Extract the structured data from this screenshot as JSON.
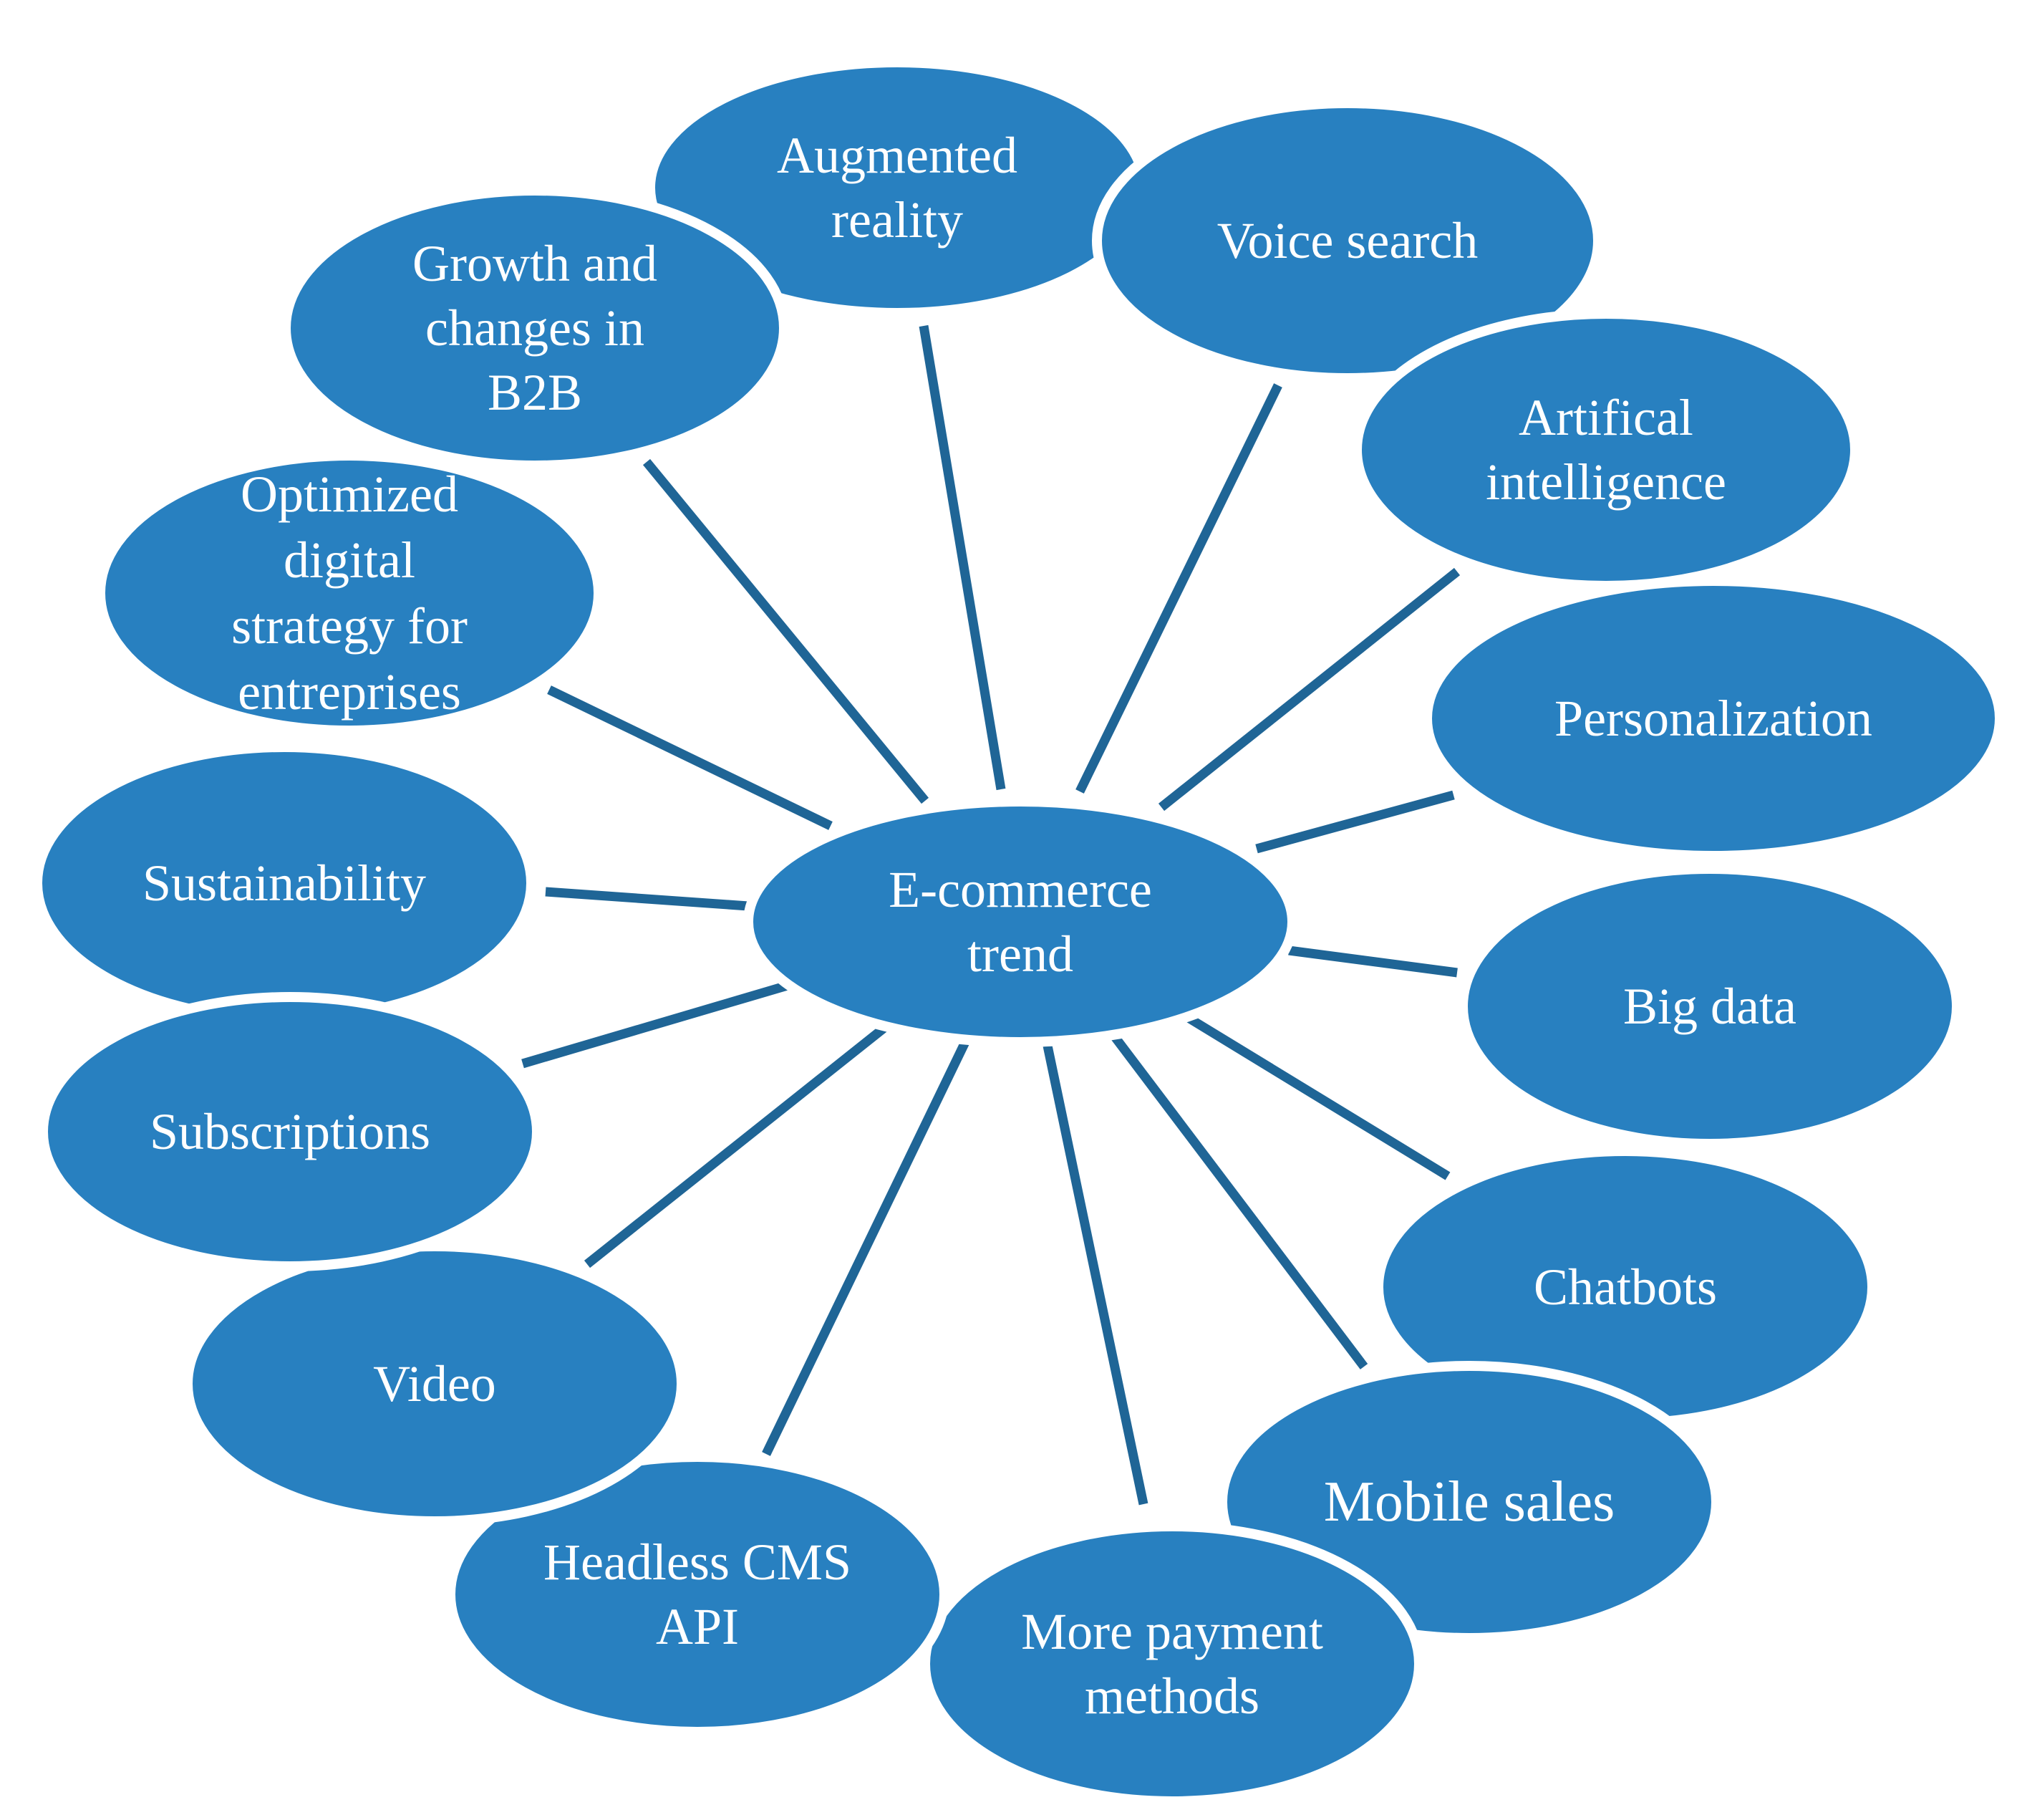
{
  "diagram": {
    "center": {
      "id": "center",
      "lines": [
        "E-commerce",
        "trend"
      ]
    },
    "nodes": [
      {
        "id": "augmented-reality",
        "lines": [
          "Augmented",
          "reality"
        ]
      },
      {
        "id": "growth-b2b",
        "lines": [
          "Growth and",
          "changes in",
          "B2B"
        ]
      },
      {
        "id": "optimized-digital-strategy",
        "lines": [
          "Optimized",
          "digital",
          "strategy for",
          "entreprises"
        ]
      },
      {
        "id": "sustainability",
        "lines": [
          "Sustainability"
        ]
      },
      {
        "id": "subscriptions",
        "lines": [
          "Subscriptions"
        ]
      },
      {
        "id": "video",
        "lines": [
          "Video"
        ]
      },
      {
        "id": "headless-cms",
        "lines": [
          "Headless CMS",
          "API"
        ]
      },
      {
        "id": "more-payment-methods",
        "lines": [
          "More payment",
          "methods"
        ]
      },
      {
        "id": "mobile-sales",
        "lines": [
          "Mobile sales"
        ]
      },
      {
        "id": "chatbots",
        "lines": [
          "Chatbots"
        ]
      },
      {
        "id": "big-data",
        "lines": [
          "Big data"
        ]
      },
      {
        "id": "personalization",
        "lines": [
          "Personalization"
        ]
      },
      {
        "id": "artificial-intelligence",
        "lines": [
          "Artifical",
          "intelligence"
        ]
      },
      {
        "id": "voice-search",
        "lines": [
          "Voice search"
        ]
      }
    ]
  },
  "colors": {
    "bubble_fill": "#2880c0",
    "connector": "#1f6596",
    "text": "#ffffff",
    "background": "#ffffff"
  }
}
